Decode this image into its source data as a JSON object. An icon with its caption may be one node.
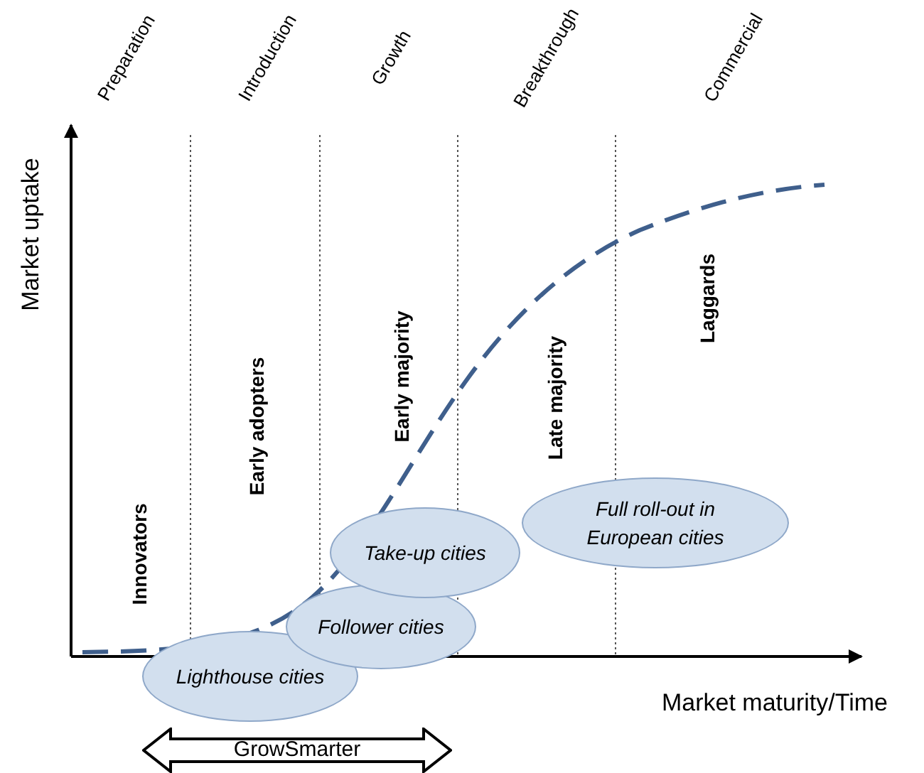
{
  "diagram": {
    "nodes": [
      {
        "text": [
          "Lighthouse cities"
        ]
      },
      {
        "text": [
          "Follower cities"
        ]
      },
      {
        "text": [
          "Take-up cities"
        ]
      },
      {
        "text": [
          "Full roll-out in European cities"
        ]
      },
      {
        "text": [
          "GrowSmarter"
        ]
      }
    ],
    "edges": [],
    "labels": [
      "Preparation",
      "Introduction",
      "Growth",
      "Breakthrough",
      "Commercial",
      "Market uptake",
      "Innovators",
      "Early adopters",
      "Early majority",
      "Late majority",
      "Laggards",
      "Market maturity/Time"
    ]
  }
}
